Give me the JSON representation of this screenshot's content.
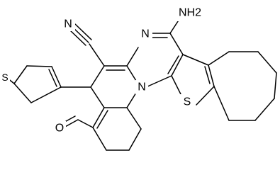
{
  "molecule": {
    "atoms": {
      "nitrile_N": "N",
      "amino": "NH2",
      "ring_N_imine": "N",
      "ring_N_bridge": "N",
      "thiophene_S_fused": "S",
      "thiophene_S_pendant": "S",
      "ketone_O": "O"
    }
  }
}
